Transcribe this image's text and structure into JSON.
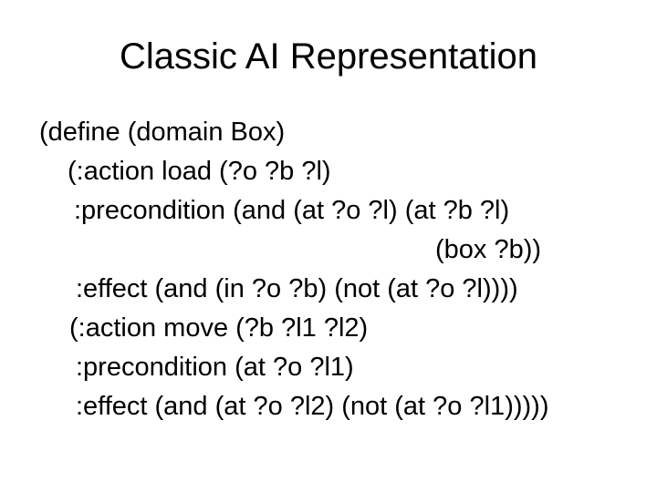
{
  "slide": {
    "title": "Classic AI Representation",
    "code": {
      "lines": [
        {
          "text": "(define (domain Box)",
          "indent": 43
        },
        {
          "text": "(:action load (?o ?b ?l)",
          "indent": 74
        },
        {
          "text": ":precondition (and (at ?o ?l) (at ?b ?l)",
          "indent": 81
        },
        {
          "text": "(box ?b))",
          "indent": 477
        },
        {
          "text": ":effect (and (in ?o ?b) (not (at ?o ?l))))",
          "indent": 83
        },
        {
          "text": "(:action move (?b ?l1 ?l2)",
          "indent": 76
        },
        {
          "text": ":precondition (at ?o ?l1)",
          "indent": 83
        },
        {
          "text": ":effect (and (at ?o ?l2) (not (at ?o ?l1)))))",
          "indent": 83
        }
      ]
    },
    "colors": {
      "background": "#ffffff",
      "text": "#000000"
    }
  }
}
